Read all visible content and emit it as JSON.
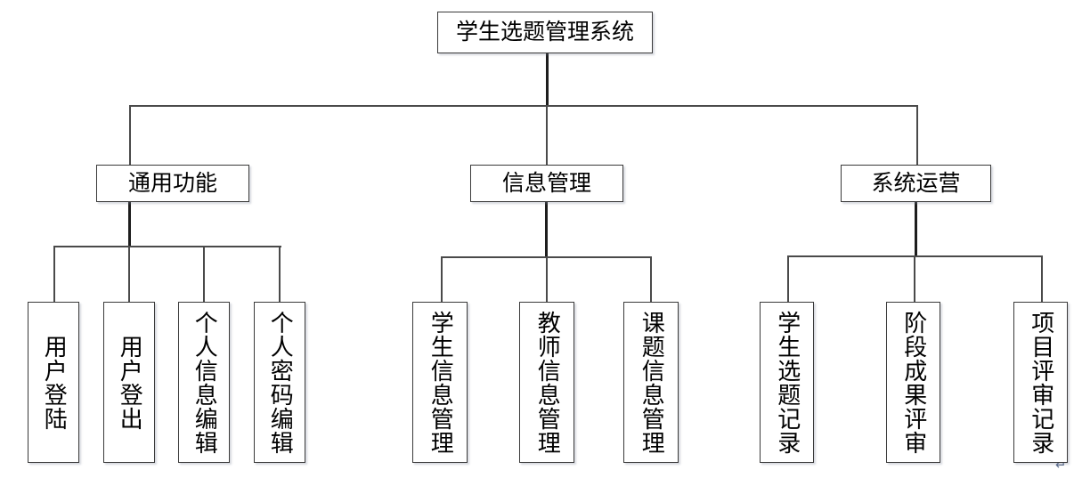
{
  "diagram": {
    "title": "学生选题管理系统",
    "type": "hierarchy-tree",
    "root": {
      "label": "学生选题管理系统"
    },
    "branches": [
      {
        "label": "通用功能",
        "leaves": [
          {
            "label": "用户登陆"
          },
          {
            "label": "用户登出"
          },
          {
            "label": "个人信息编辑"
          },
          {
            "label": "个人密码编辑"
          }
        ]
      },
      {
        "label": "信息管理",
        "leaves": [
          {
            "label": "学生信息管理"
          },
          {
            "label": "教师信息管理"
          },
          {
            "label": "课题信息管理"
          }
        ]
      },
      {
        "label": "系统运营",
        "leaves": [
          {
            "label": "学生选题记录"
          },
          {
            "label": "阶段成果评审"
          },
          {
            "label": "项目评审记录"
          }
        ]
      }
    ],
    "marks": {
      "paragraph_mark": "↵"
    },
    "colors": {
      "box_border": "#3a3a3a",
      "line": "#4a4a4a",
      "line_strong": "#1d1d1d",
      "background": "#ffffff",
      "text": "#000000",
      "mark": "#5a6b8c"
    }
  }
}
